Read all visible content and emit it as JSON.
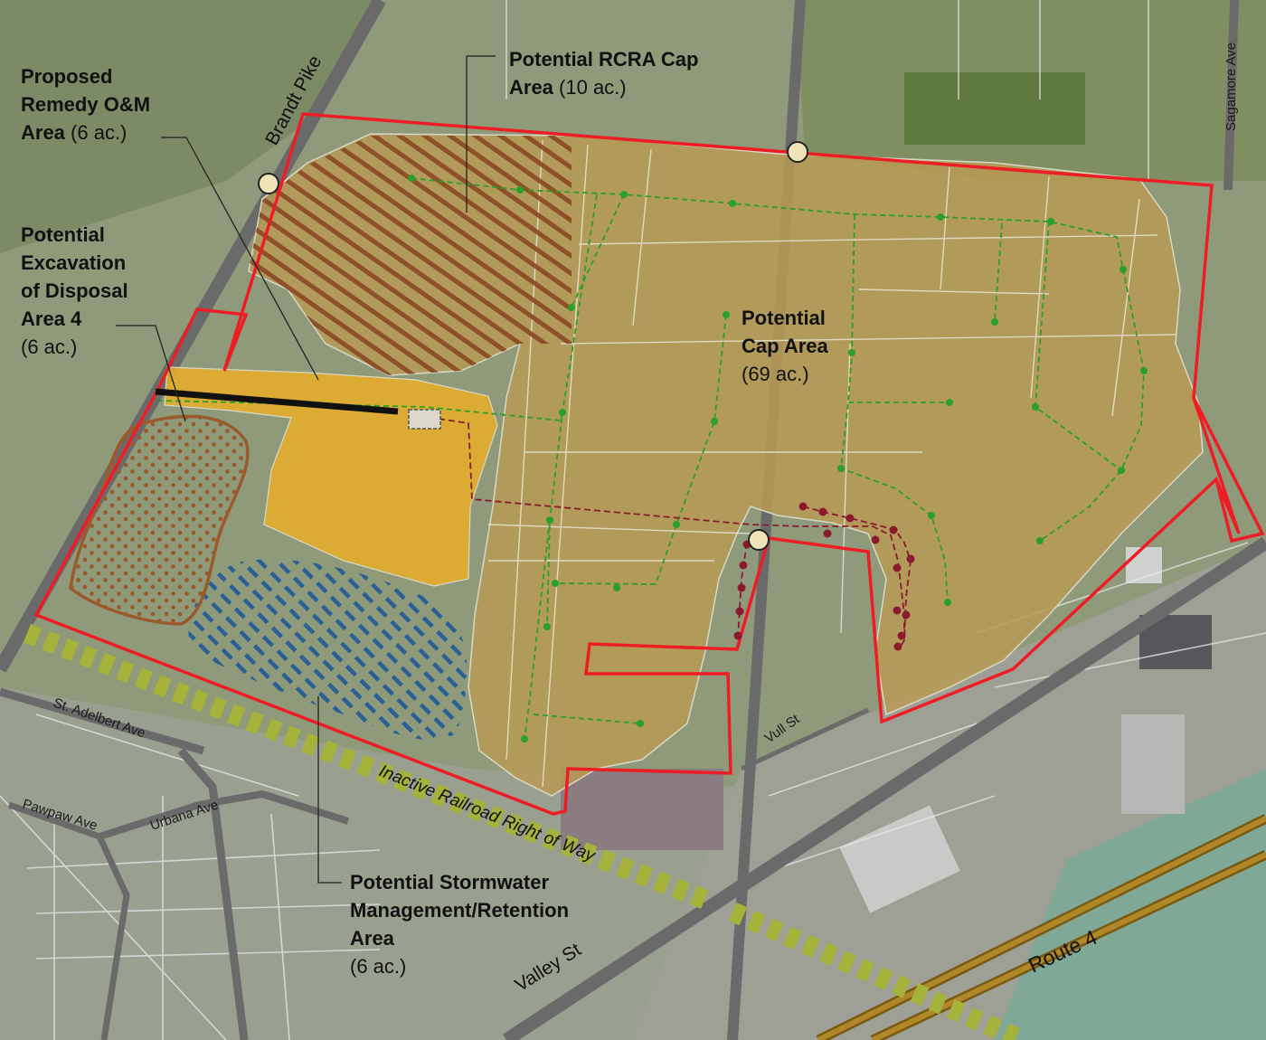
{
  "labels": {
    "om_area": {
      "line1": "Proposed",
      "line2": "Remedy O&M",
      "line3_bold": "Area",
      "line3_rest": " (6 ac.)"
    },
    "rcra_cap": {
      "line1": "Potential RCRA Cap",
      "line2_bold": "Area",
      "line2_rest": " (10 ac.)"
    },
    "excavation": {
      "line1": "Potential",
      "line2": "Excavation",
      "line3": "of Disposal",
      "line4": "Area 4",
      "line5": "(6 ac.)"
    },
    "cap_area": {
      "line1": "Potential",
      "line2": "Cap Area",
      "line3": "(69 ac.)"
    },
    "stormwater": {
      "line1": "Potential Stormwater",
      "line2": "Management/Retention",
      "line3": "Area",
      "line4": "(6 ac.)"
    }
  },
  "streets": {
    "brandt_pike": "Brandt Pike",
    "sagamore_ave": "Sagamore Ave",
    "st_adelbert_ave": "St. Adelbert Ave",
    "pawpaw_ave": "Pawpaw Ave",
    "urbana_ave": "Urbana Ave",
    "vull_st": "Vull St",
    "valley_st": "Valley St",
    "route_4": "Route 4",
    "railroad": "Inactive Railroad Right of Way"
  },
  "colors": {
    "site_boundary": "#ee1c24",
    "cap_area_fill": "#b89a55",
    "om_area_fill": "#e2ac2c",
    "rcra_hatch": "#8a4a25",
    "stormwater_hatch": "#1f5a96",
    "excavation_dots": "#9a5a2c",
    "collection_lines": "#2aa02a",
    "force_main": "#8b1a2e",
    "railroad": "#a5b33a",
    "route_4": "#8a6a14"
  }
}
